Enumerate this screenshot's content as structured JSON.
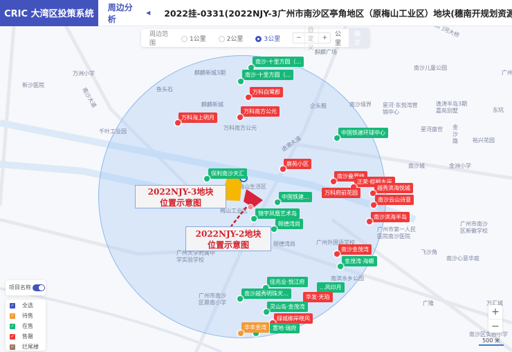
{
  "header": {
    "logo": "CRIC 大湾区投策系统",
    "nav": "周边分析",
    "title": "2022挂-0331(2022NJY-3广州市南沙区亭角地区（原梅山工业区）地块(穗南开规划资源出让"
  },
  "range": {
    "label": "周边范围",
    "options": [
      "1公里",
      "2公里",
      "3公里"
    ],
    "selected": "3公里",
    "custom_placeholder": "自定义",
    "minus": "−",
    "plus": "+",
    "unit": "公里",
    "confirm": "确定"
  },
  "map_labels": [
    "万洲小学",
    "新沙医院",
    "南沙大道",
    "千叶工业园",
    "鱼头石",
    "麒麟新城3期",
    "麒麟新城",
    "万科南方公元",
    "麒麟广场",
    "企头鞋",
    "南沙境界",
    "进港大道",
    "南沙儿童公园",
    "星河·东悦湾营销中心",
    "逸涛半岛3期嘉苑别墅",
    "东坑",
    "星河盛世",
    "金沙路",
    "裕兴花园",
    "南沙城",
    "金洲小学",
    "梅山生活区",
    "梅山工业区",
    "颐德湾尚",
    "广州外国语学校",
    "广州大学附属中学实验学校",
    "南滨水乡公园",
    "广州市南沙区鼎南小学",
    "广州市第一人民医院南沙医院",
    "广州市南沙区新徽学校",
    "飞沙角",
    "南沙心意华庭",
    "广隆",
    "万汇城",
    "南沙区实验小学",
    "蕉门河大桥",
    "广州"
  ],
  "markers": [
    {
      "name": "南沙·十里方圆（...",
      "status": "在售"
    },
    {
      "name": "南沙·十里方圆（...",
      "status": "在售"
    },
    {
      "name": "万科白鹭郡",
      "status": "售罄"
    },
    {
      "name": "万科南方公元",
      "status": "售罄"
    },
    {
      "name": "万科海上明月",
      "status": "售罄"
    },
    {
      "name": "中国铁建环球中心",
      "status": "在售"
    },
    {
      "name": "鹿苑小区",
      "status": "售罄"
    },
    {
      "name": "保利南沙天汇",
      "status": "在售"
    },
    {
      "name": "南沙叠翠峰",
      "status": "售罄"
    },
    {
      "name": "正荣·棕榈水岸",
      "status": "售罄"
    },
    {
      "name": "越秀滨海悦城",
      "status": "售罄"
    },
    {
      "name": "万科府前花园",
      "status": "售罄"
    },
    {
      "name": "中国铁建...",
      "status": "在售"
    },
    {
      "name": "南沙云山诗意",
      "status": "售罄"
    },
    {
      "name": "南沙滨海半岛",
      "status": "售罄"
    },
    {
      "name": "锦宇凤凰艺术岛",
      "status": "在售"
    },
    {
      "name": "颐德湾尚",
      "status": "在售"
    },
    {
      "name": "南沙金茂湾",
      "status": "售罄"
    },
    {
      "name": "金茂湾·海樾",
      "status": "在售"
    },
    {
      "name": "佳兆业·悦江府",
      "status": "在售"
    },
    {
      "name": "...风印月",
      "status": "在售"
    },
    {
      "name": "南沙越秀明珠天...",
      "status": "在售"
    },
    {
      "name": "华发·天珀",
      "status": "售罄"
    },
    {
      "name": "灵山岛·金茂湾",
      "status": "在售"
    },
    {
      "name": "绿城柳岸晓风",
      "status": "售罄"
    },
    {
      "name": "华丰金湾",
      "status": "待售"
    },
    {
      "name": "置地·瑞府",
      "status": "在售"
    }
  ],
  "callouts": [
    {
      "line1": "2022NJY-3地块",
      "line2": "位置示意图"
    },
    {
      "line1": "2022NJY-2地块",
      "line2": "位置示意图"
    }
  ],
  "legend": {
    "toggle_label": "项目名称",
    "items": [
      {
        "label": "全选",
        "color": "#4353bd"
      },
      {
        "label": "待售",
        "color": "#f39a35"
      },
      {
        "label": "在售",
        "color": "#17b978"
      },
      {
        "label": "售罄",
        "color": "#f03a3a"
      },
      {
        "label": "烂尾楼",
        "color": "#9b7a66"
      }
    ]
  },
  "zoom": {
    "in": "+",
    "out": "−"
  },
  "scale": "500 米"
}
